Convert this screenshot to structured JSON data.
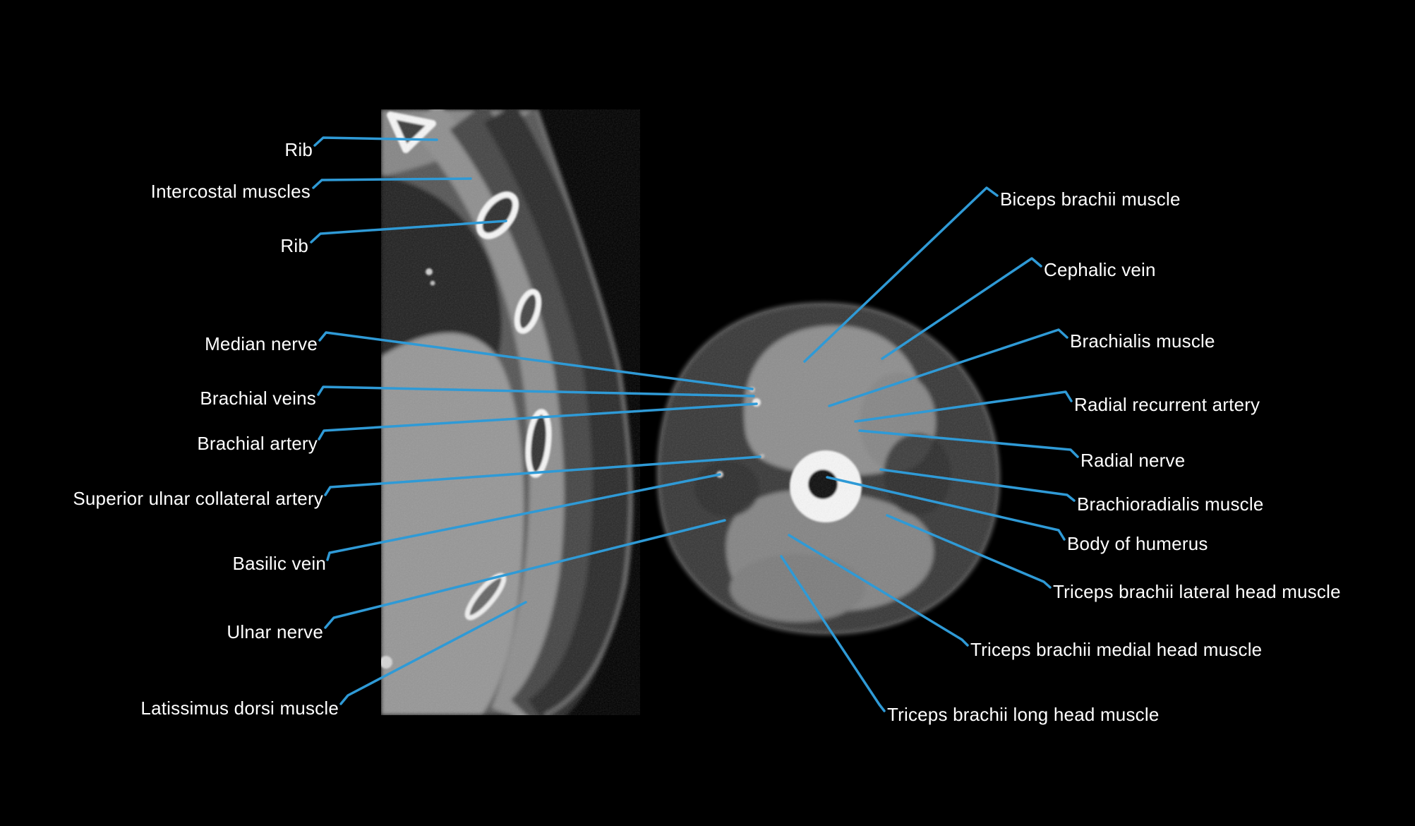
{
  "figure": {
    "description_left_column": "labels pointing to chest wall and medial arm structures",
    "description_right_column": "labels pointing to arm cross-section structures"
  },
  "colors": {
    "background": "#000000",
    "leader_line": "#2f9ad6",
    "label_text": "#ffffff",
    "bone": "#f6f6f6",
    "muscle_gray": "#8e8e8e",
    "fat_gray": "#373737"
  },
  "labels_left": [
    {
      "text": "Rib"
    },
    {
      "text": "Intercostal muscles"
    },
    {
      "text": "Rib"
    },
    {
      "text": "Median nerve"
    },
    {
      "text": "Brachial veins"
    },
    {
      "text": "Brachial artery"
    },
    {
      "text": "Superior ulnar collateral artery"
    },
    {
      "text": "Basilic vein"
    },
    {
      "text": "Ulnar nerve"
    },
    {
      "text": "Latissimus dorsi muscle"
    }
  ],
  "labels_right": [
    {
      "text": "Biceps brachii muscle"
    },
    {
      "text": "Cephalic vein"
    },
    {
      "text": "Brachialis muscle"
    },
    {
      "text": "Radial recurrent artery"
    },
    {
      "text": "Radial nerve"
    },
    {
      "text": "Brachioradialis muscle"
    },
    {
      "text": "Body of humerus"
    },
    {
      "text": "Triceps brachii lateral head muscle"
    },
    {
      "text": "Triceps brachii medial head muscle"
    },
    {
      "text": "Triceps brachii long head muscle"
    }
  ]
}
